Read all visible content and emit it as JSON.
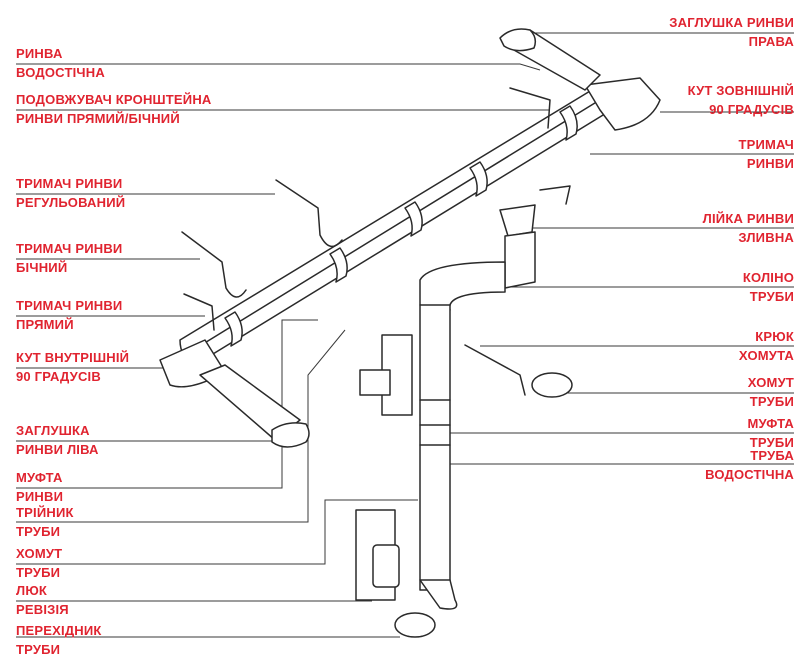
{
  "labels_left": [
    {
      "id": "rynva",
      "line1": "РИНВА",
      "line2": "ВОДОСТІЧНА"
    },
    {
      "id": "podovzhuvach",
      "line1": "ПОДОВЖУВАЧ КРОНШТЕЙНА",
      "line2": "РИНВИ ПРЯМИЙ/БІЧНИЙ"
    },
    {
      "id": "trymach-regul",
      "line1": "ТРИМАЧ РИНВИ",
      "line2": "РЕГУЛЬОВАНИЙ"
    },
    {
      "id": "trymach-bichnyi",
      "line1": "ТРИМАЧ РИНВИ",
      "line2": "БІЧНИЙ"
    },
    {
      "id": "trymach-pryamyi",
      "line1": "ТРИМАЧ РИНВИ",
      "line2": "ПРЯМИЙ"
    },
    {
      "id": "kut-vnutr",
      "line1": "КУТ ВНУТРІШНІЙ",
      "line2": "90 ГРАДУСІВ"
    },
    {
      "id": "zaglushka-liva",
      "line1": "ЗАГЛУШКА",
      "line2": "РИНВИ ЛІВА"
    },
    {
      "id": "mufta-rynvy",
      "line1": "МУФТА",
      "line2": "РИНВИ"
    },
    {
      "id": "triinyk",
      "line1": "ТРІЙНИК",
      "line2": "ТРУБИ"
    },
    {
      "id": "khomut-left",
      "line1": "ХОМУТ",
      "line2": "ТРУБИ"
    },
    {
      "id": "liuk",
      "line1": "ЛЮК",
      "line2": "РЕВІЗІЯ"
    },
    {
      "id": "perekhidnyk",
      "line1": "ПЕРЕХІДНИК",
      "line2": "ТРУБИ"
    }
  ],
  "labels_right": [
    {
      "id": "zaglushka-prava",
      "line1": "ЗАГЛУШКА РИНВИ",
      "line2": "ПРАВА"
    },
    {
      "id": "kut-zovn",
      "line1": "КУТ ЗОВНІШНІЙ",
      "line2": "90 ГРАДУСІВ"
    },
    {
      "id": "trymach-rynvy",
      "line1": "ТРИМАЧ",
      "line2": "РИНВИ"
    },
    {
      "id": "liika",
      "line1": "ЛІЙКА РИНВИ",
      "line2": "ЗЛИВНА"
    },
    {
      "id": "kolino",
      "line1": "КОЛІНО",
      "line2": "ТРУБИ"
    },
    {
      "id": "kriuk",
      "line1": "КРЮК",
      "line2": "ХОМУТА"
    },
    {
      "id": "khomut-right",
      "line1": "ХОМУТ",
      "line2": "ТРУБИ"
    },
    {
      "id": "mufta-truby",
      "line1": "МУФТА",
      "line2": "ТРУБИ"
    },
    {
      "id": "truba",
      "line1": "ТРУБА",
      "line2": "ВОДОСТІЧНА"
    }
  ],
  "colors": {
    "label": "#e02430",
    "ink": "#2a2a2a",
    "background": "#ffffff"
  }
}
